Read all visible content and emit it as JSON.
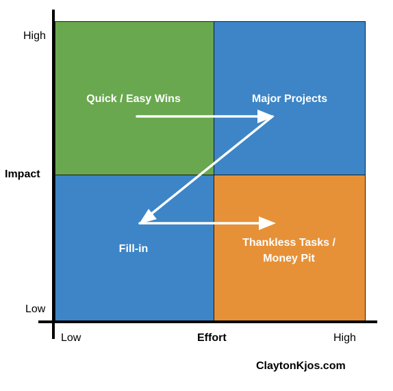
{
  "quadrants": {
    "top_left": {
      "label": "Quick / Easy Wins",
      "color": "#6aa84f"
    },
    "top_right": {
      "label": "Major Projects",
      "color": "#3d85c6"
    },
    "bottom_left": {
      "label": "Fill-in",
      "color": "#3d85c6"
    },
    "bottom_right": {
      "label_line1": "Thankless Tasks /",
      "label_line2": "Money Pit",
      "color": "#e69138"
    }
  },
  "y_axis": {
    "title": "Impact",
    "high": "High",
    "low": "Low"
  },
  "x_axis": {
    "title": "Effort",
    "low": "Low",
    "high": "High"
  },
  "credit": "ClaytonKjos.com",
  "arrow_color": "#ffffff",
  "axis_color": "#000000"
}
